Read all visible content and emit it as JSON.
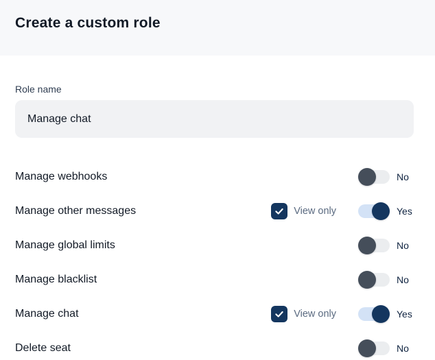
{
  "header": {
    "title": "Create a custom role"
  },
  "form": {
    "role_name_label": "Role name",
    "role_name_value": "Manage chat"
  },
  "permissions": {
    "view_only_label": "View only",
    "rows": [
      {
        "label": "Manage webhooks",
        "view_only": false,
        "view_only_checked": false,
        "enabled": false,
        "state_label": "No"
      },
      {
        "label": "Manage other messages",
        "view_only": true,
        "view_only_checked": true,
        "enabled": true,
        "state_label": "Yes"
      },
      {
        "label": "Manage global limits",
        "view_only": false,
        "view_only_checked": false,
        "enabled": false,
        "state_label": "No"
      },
      {
        "label": "Manage blacklist",
        "view_only": false,
        "view_only_checked": false,
        "enabled": false,
        "state_label": "No"
      },
      {
        "label": "Manage chat",
        "view_only": true,
        "view_only_checked": true,
        "enabled": true,
        "state_label": "Yes"
      },
      {
        "label": "Delete seat",
        "view_only": false,
        "view_only_checked": false,
        "enabled": false,
        "state_label": "No"
      }
    ]
  },
  "colors": {
    "header-bg": "#f7f8fa",
    "title-text": "#121a26",
    "input-bg": "#f1f2f4",
    "accent-navy": "#14365f",
    "toggle-on-track": "#d3e2f6",
    "toggle-off-track": "#ebedef",
    "toggle-off-knob": "#454e5a",
    "muted-text": "#5a6a80"
  }
}
